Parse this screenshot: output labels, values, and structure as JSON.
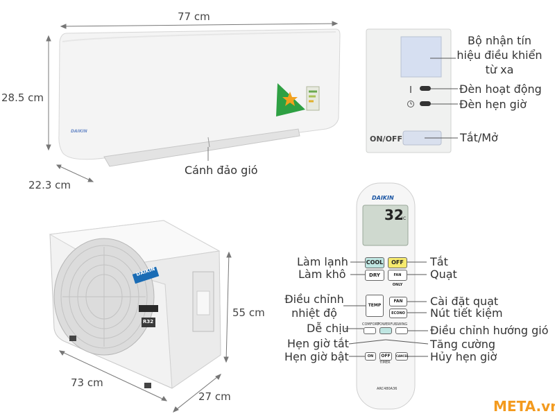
{
  "indoor_unit": {
    "width_label": "77 cm",
    "height_label": "28.5 cm",
    "depth_label": "22.3 cm",
    "flap_label": "Cánh đảo gió",
    "brand": "DAIKIN"
  },
  "panel": {
    "sensor_label": "Bộ nhận tín hiệu điều khiển từ xa",
    "run_light_label": "Đèn hoạt động",
    "timer_light_label": "Đèn hẹn giờ",
    "onoff_text": "ON/OFF",
    "onoff_label": "Tắt/Mở"
  },
  "outdoor_unit": {
    "height_label": "55 cm",
    "width_label": "73 cm",
    "depth_label": "27 cm",
    "brand": "DAIKIN",
    "refrigerant": "R32"
  },
  "remote": {
    "brand": "DAIKIN",
    "temp_display": "32",
    "temp_unit": "°C",
    "model": "ARC480A36",
    "buttons": {
      "cool": "COOL",
      "off": "OFF",
      "dry": "DRY",
      "fan_only": "FAN ONLY",
      "temp": "TEMP",
      "fan": "FAN",
      "econo": "ECONO",
      "comfort": "COMFORT",
      "powerful": "POWERFUL",
      "swing": "SWING",
      "timer_on": "ON",
      "timer_off": "OFF",
      "cancel": "CANCEL",
      "timer": "TIMER"
    },
    "labels_left": {
      "cool": "Làm lạnh",
      "dry": "Làm khô",
      "temp": "Điều chỉnh nhiệt độ",
      "comfort": "Dễ chịu",
      "timer_off": "Hẹn giờ tắt",
      "timer_on": "Hẹn giờ bật"
    },
    "labels_right": {
      "off": "Tắt",
      "fan_only": "Quạt",
      "fan": "Cài đặt quạt",
      "econo": "Nút tiết kiệm",
      "swing": "Điều chỉnh hướng gió",
      "powerful": "Tăng cường",
      "cancel": "Hủy hẹn giờ"
    }
  },
  "watermark": "META.vn"
}
